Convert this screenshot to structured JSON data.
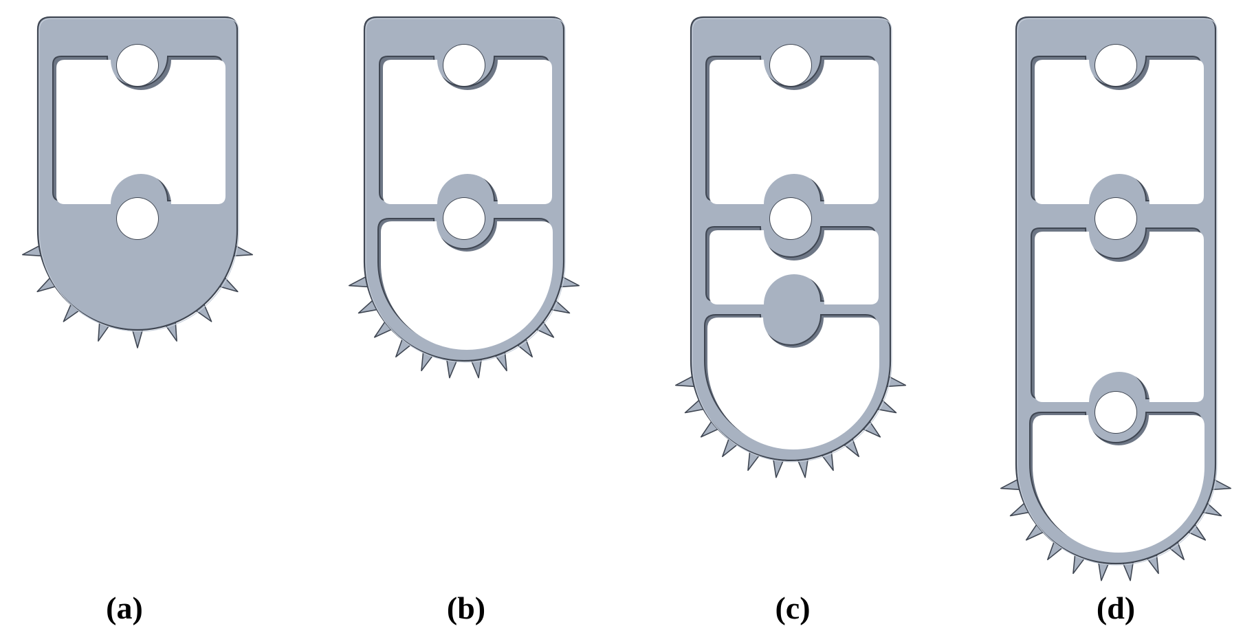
{
  "colors": {
    "background": "#ffffff",
    "plate": "#a8b2c1",
    "edge": "#3f4652",
    "hole_wall": "#6d7685",
    "hole_fill": "#ffffff"
  },
  "panels": [
    {
      "id": "a",
      "caption": "(a)",
      "windows": 1,
      "has_ring": false,
      "tooth_count": 9
    },
    {
      "id": "b",
      "caption": "(b)",
      "windows": 1,
      "has_ring": true,
      "tooth_count": 12
    },
    {
      "id": "c",
      "caption": "(c)",
      "windows": 2,
      "has_ring": true,
      "tooth_count": 12
    },
    {
      "id": "d",
      "caption": "(d)",
      "windows": 2,
      "has_ring": true,
      "tooth_count": 12
    }
  ]
}
